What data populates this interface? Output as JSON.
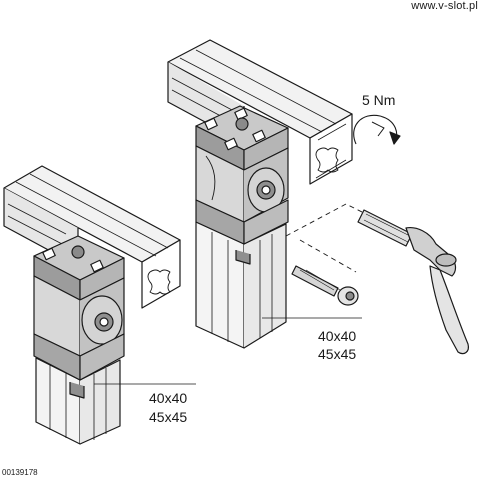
{
  "watermark": "www.v-slot.pl",
  "torque_label": "5 Nm",
  "assembly_upper": {
    "size_line1": "40x40",
    "size_line2": "45x45"
  },
  "assembly_lower": {
    "size_line1": "40x40",
    "size_line2": "45x45"
  },
  "part_number": "00139178",
  "colors": {
    "line": "#1a1a1a",
    "light": "#ebebeb",
    "mid": "#c9c9c9",
    "dark": "#8a8a8a"
  }
}
